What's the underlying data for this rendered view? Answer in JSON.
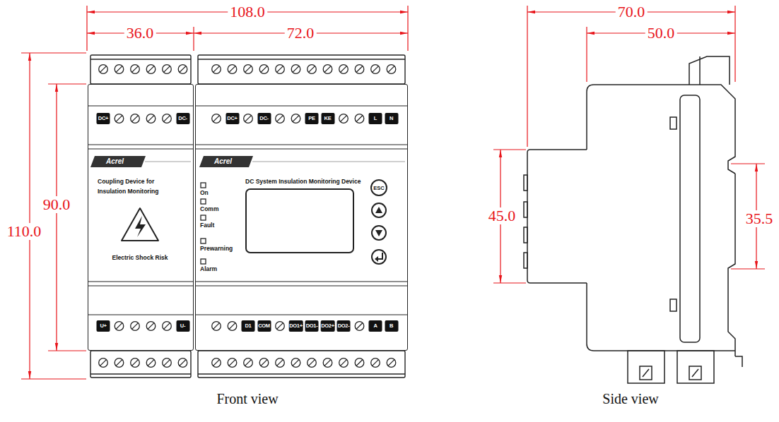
{
  "diagram": {
    "nodes": [
      {
        "text": [
          "Acrel",
          "Coupling Device for Insulation Monitoring",
          "Electric Shock Risk"
        ]
      },
      {
        "text": [
          "Acrel",
          "DC System Insulation Monitoring Device",
          "On",
          "Comm",
          "Fault",
          "Prewarning",
          "Alarm"
        ]
      },
      {
        "text": [
          "ESC"
        ],
        "in": 1
      }
    ],
    "labels": [
      "108.0",
      "36.0",
      "72.0",
      "110.0",
      "90.0",
      "70.0",
      "50.0",
      "45.0",
      "35.5",
      "DC+",
      "DC-",
      "DC+",
      "DC-",
      "PE",
      "KE",
      "L",
      "N",
      "U+",
      "U-",
      "D1",
      "COM",
      "DO1+",
      "DO1-",
      "DO2+",
      "DO2-",
      "A",
      "B",
      "Front view",
      "Side view"
    ]
  }
}
